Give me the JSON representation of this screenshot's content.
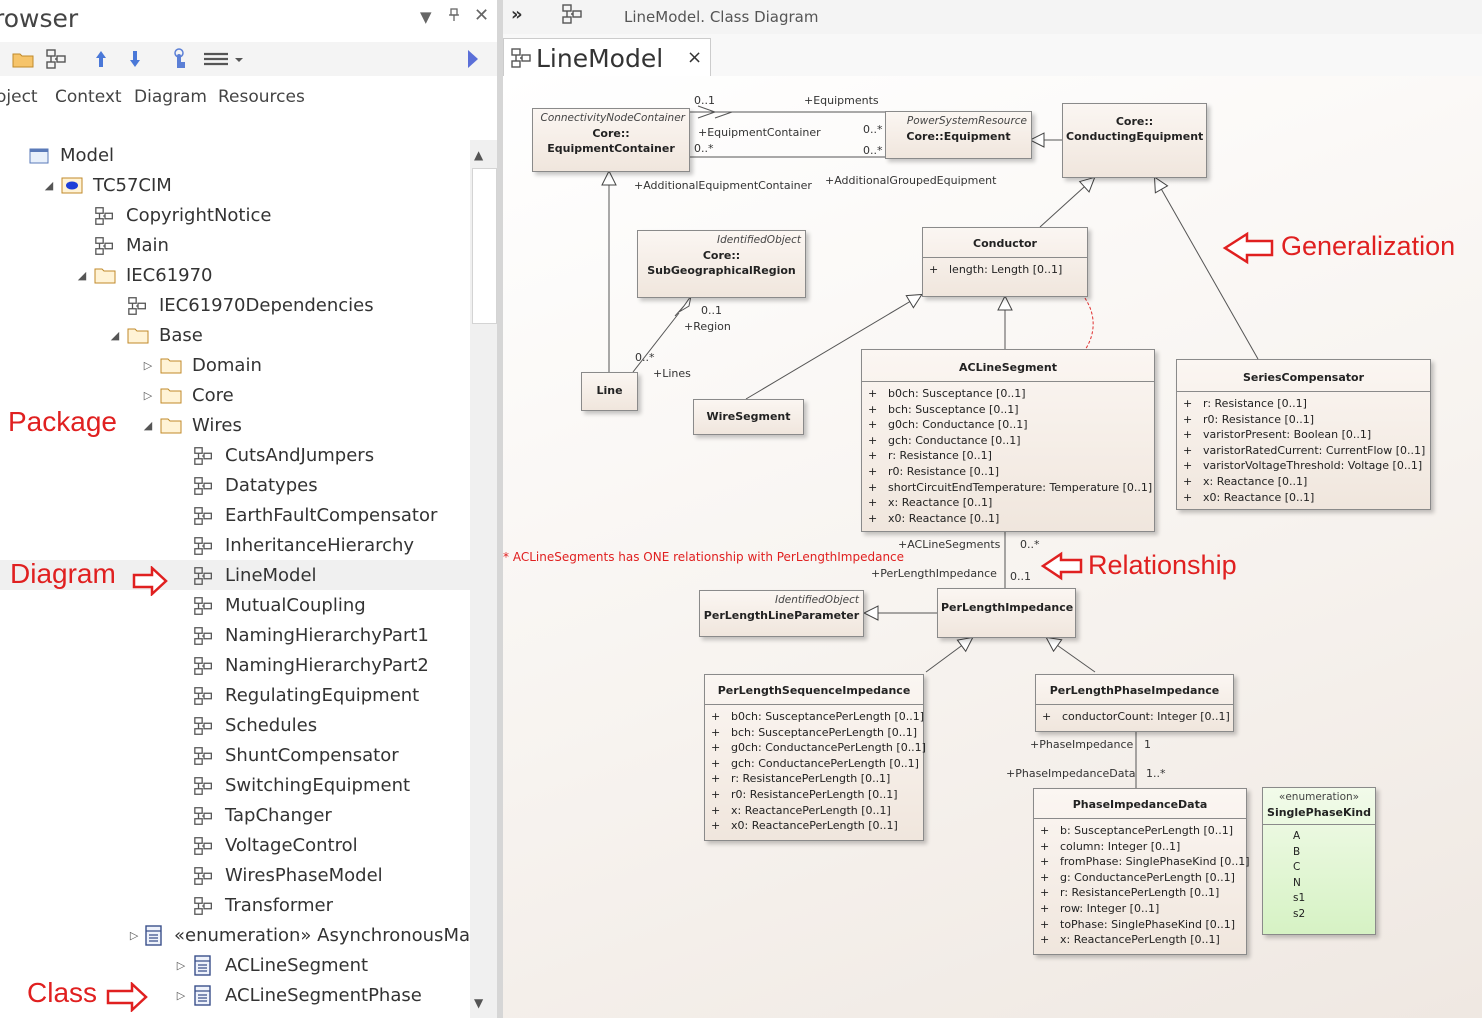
{
  "browser": {
    "title": "rowser",
    "tabs": [
      "oject",
      "Context",
      "Diagram",
      "Resources"
    ],
    "tree": [
      {
        "label": "Model",
        "level": 0,
        "icon": "model-icon",
        "expander": ""
      },
      {
        "label": "TC57CIM",
        "level": 1,
        "icon": "package-blue-icon",
        "expander": "expanded"
      },
      {
        "label": "CopyrightNotice",
        "level": 2,
        "icon": "diagram-icon",
        "expander": ""
      },
      {
        "label": "Main",
        "level": 2,
        "icon": "diagram-icon",
        "expander": ""
      },
      {
        "label": "IEC61970",
        "level": 2,
        "icon": "folder-icon",
        "expander": "expanded"
      },
      {
        "label": "IEC61970Dependencies",
        "level": 3,
        "icon": "diagram-icon",
        "expander": ""
      },
      {
        "label": "Base",
        "level": 3,
        "icon": "folder-icon",
        "expander": "expanded"
      },
      {
        "label": "Domain",
        "level": 4,
        "icon": "folder-icon",
        "expander": "collapsed"
      },
      {
        "label": "Core",
        "level": 4,
        "icon": "folder-icon",
        "expander": "collapsed"
      },
      {
        "label": "Wires",
        "level": 4,
        "icon": "folder-icon",
        "expander": "expanded"
      },
      {
        "label": "CutsAndJumpers",
        "level": 5,
        "icon": "diagram-icon",
        "expander": ""
      },
      {
        "label": "Datatypes",
        "level": 5,
        "icon": "diagram-icon",
        "expander": ""
      },
      {
        "label": "EarthFaultCompensator",
        "level": 5,
        "icon": "diagram-icon",
        "expander": ""
      },
      {
        "label": "InheritanceHierarchy",
        "level": 5,
        "icon": "diagram-icon",
        "expander": ""
      },
      {
        "label": "LineModel",
        "level": 5,
        "icon": "diagram-icon",
        "expander": "",
        "selected": true
      },
      {
        "label": "MutualCoupling",
        "level": 5,
        "icon": "diagram-icon",
        "expander": ""
      },
      {
        "label": "NamingHierarchyPart1",
        "level": 5,
        "icon": "diagram-icon",
        "expander": ""
      },
      {
        "label": "NamingHierarchyPart2",
        "level": 5,
        "icon": "diagram-icon",
        "expander": ""
      },
      {
        "label": "RegulatingEquipment",
        "level": 5,
        "icon": "diagram-icon",
        "expander": ""
      },
      {
        "label": "Schedules",
        "level": 5,
        "icon": "diagram-icon",
        "expander": ""
      },
      {
        "label": "ShuntCompensator",
        "level": 5,
        "icon": "diagram-icon",
        "expander": ""
      },
      {
        "label": "SwitchingEquipment",
        "level": 5,
        "icon": "diagram-icon",
        "expander": ""
      },
      {
        "label": "TapChanger",
        "level": 5,
        "icon": "diagram-icon",
        "expander": ""
      },
      {
        "label": "VoltageControl",
        "level": 5,
        "icon": "diagram-icon",
        "expander": ""
      },
      {
        "label": "WiresPhaseModel",
        "level": 5,
        "icon": "diagram-icon",
        "expander": ""
      },
      {
        "label": "Transformer",
        "level": 5,
        "icon": "diagram-icon",
        "expander": ""
      },
      {
        "label": "«enumeration» AsynchronousMa",
        "level": 5,
        "icon": "class-icon",
        "expander": "collapsed"
      },
      {
        "label": "ACLineSegment",
        "level": 5,
        "icon": "class-icon",
        "expander": "collapsed"
      },
      {
        "label": "ACLineSegmentPhase",
        "level": 5,
        "icon": "class-icon",
        "expander": "collapsed"
      }
    ]
  },
  "annotations": {
    "package": "Package",
    "diagram": "Diagram",
    "class": "Class",
    "generalization": "Generalization",
    "relationship": "Relationship",
    "note": "* ACLineSegments has ONE relationship with PerLengthImpedance"
  },
  "diagram": {
    "header_title": "LineModel.  Class Diagram",
    "tab_label": "LineModel",
    "tab_close": "×",
    "classes": {
      "equipment_container": {
        "stereo": "ConnectivityNodeContainer",
        "name1": "Core::",
        "name2": "EquipmentContainer"
      },
      "equipment": {
        "stereo": "PowerSystemResource",
        "name1": "Core::Equipment"
      },
      "conducting_equipment": {
        "name1": "Core::",
        "name2": "ConductingEquipment"
      },
      "sub_geo_region": {
        "stereo": "IdentifiedObject",
        "name1": "Core::",
        "name2": "SubGeographicalRegion"
      },
      "conductor": {
        "name": "Conductor",
        "attrs": [
          "length: Length [0..1]"
        ]
      },
      "line": {
        "name": "Line"
      },
      "wire_segment": {
        "name": "WireSegment"
      },
      "ac_line_segment": {
        "name": "ACLineSegment",
        "attrs": [
          "b0ch: Susceptance [0..1]",
          "bch: Susceptance [0..1]",
          "g0ch: Conductance [0..1]",
          "gch: Conductance [0..1]",
          "r: Resistance [0..1]",
          "r0: Resistance [0..1]",
          "shortCircuitEndTemperature: Temperature [0..1]",
          "x: Reactance [0..1]",
          "x0: Reactance [0..1]"
        ]
      },
      "series_compensator": {
        "name": "SeriesCompensator",
        "attrs": [
          "r: Resistance [0..1]",
          "r0: Resistance [0..1]",
          "varistorPresent: Boolean [0..1]",
          "varistorRatedCurrent: CurrentFlow [0..1]",
          "varistorVoltageThreshold: Voltage [0..1]",
          "x: Reactance [0..1]",
          "x0: Reactance [0..1]"
        ]
      },
      "per_length_line_parameter": {
        "stereo": "IdentifiedObject",
        "name": "PerLengthLineParameter"
      },
      "per_length_impedance": {
        "name": "PerLengthImpedance"
      },
      "per_length_sequence_impedance": {
        "name": "PerLengthSequenceImpedance",
        "attrs": [
          "b0ch: SusceptancePerLength [0..1]",
          "bch: SusceptancePerLength [0..1]",
          "g0ch: ConductancePerLength [0..1]",
          "gch: ConductancePerLength [0..1]",
          "r: ResistancePerLength [0..1]",
          "r0: ResistancePerLength [0..1]",
          "x: ReactancePerLength [0..1]",
          "x0: ReactancePerLength [0..1]"
        ]
      },
      "per_length_phase_impedance": {
        "name": "PerLengthPhaseImpedance",
        "attrs": [
          "conductorCount: Integer [0..1]"
        ]
      },
      "phase_impedance_data": {
        "name": "PhaseImpedanceData",
        "attrs": [
          "b: SusceptancePerLength [0..1]",
          "column: Integer [0..1]",
          "fromPhase: SinglePhaseKind [0..1]",
          "g: ConductancePerLength [0..1]",
          "r: ResistancePerLength [0..1]",
          "row: Integer [0..1]",
          "toPhase: SinglePhaseKind [0..1]",
          "x: ReactancePerLength [0..1]"
        ]
      },
      "single_phase_kind": {
        "stereo": "«enumeration»",
        "name": "SinglePhaseKind",
        "literals": [
          "A",
          "B",
          "C",
          "N",
          "s1",
          "s2"
        ]
      }
    },
    "roles": {
      "equipments_mult": "0..1",
      "equipments": "+Equipments",
      "equipment_container": "+EquipmentContainer",
      "ec_mult_a": "0..*",
      "ec_mult_b": "0..*",
      "ec_mult_c": "0..*",
      "additional_equipment_container": "+AdditionalEquipmentContainer",
      "additional_grouped_equipment": "+AdditionalGroupedEquipment",
      "region_mult": "0..1",
      "region": "+Region",
      "lines_mult": "0..*",
      "lines": "+Lines",
      "ac_line_segments": "+ACLineSegments",
      "ac_line_segments_mult": "0..*",
      "per_length_impedance": "+PerLengthImpedance",
      "per_length_impedance_mult": "0..1",
      "phase_impedance": "+PhaseImpedance",
      "phase_impedance_mult": "1",
      "phase_impedance_data": "+PhaseImpedanceData",
      "phase_impedance_data_mult": "1..*"
    }
  }
}
